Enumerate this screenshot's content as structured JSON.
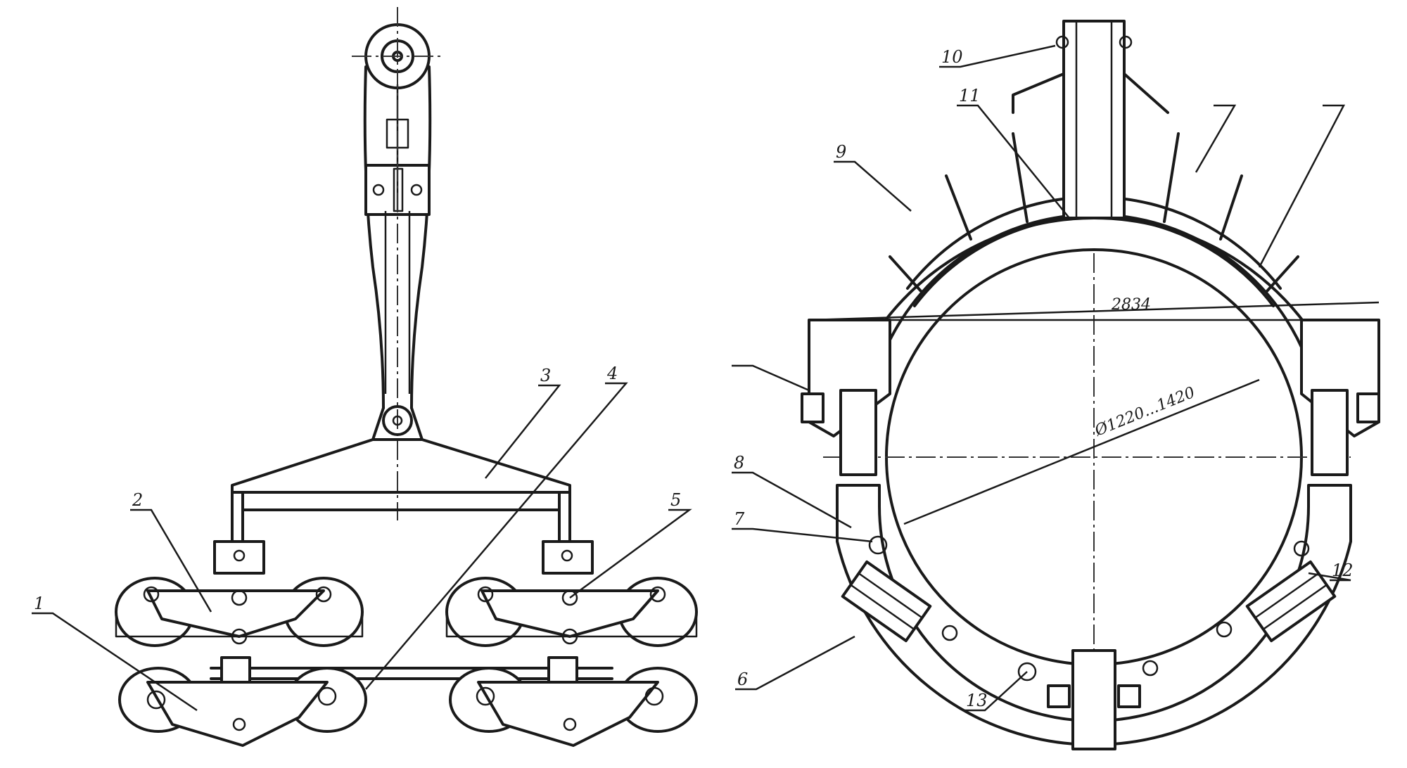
{
  "left_view": {
    "labels": [
      "1",
      "2",
      "3",
      "4",
      "5"
    ]
  },
  "right_view": {
    "labels": [
      "6",
      "7",
      "8",
      "9",
      "10",
      "11",
      "12",
      "13"
    ],
    "dimension_width": "2834",
    "dimension_diameter": "Ø1220...1420"
  }
}
